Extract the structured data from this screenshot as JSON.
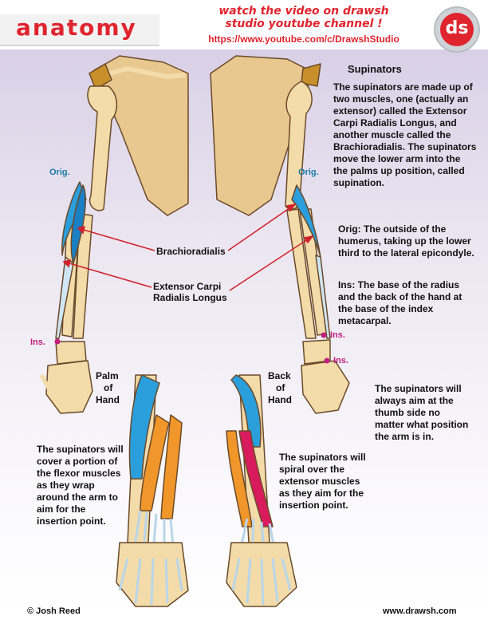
{
  "header": {
    "brand": "anatomy",
    "promo_line1": "watch the video on drawsh",
    "promo_line2": "studio youtube channel !",
    "promo_url": "https://www.youtube.com/c/DrawshStudio",
    "logo_text": "ds"
  },
  "article": {
    "title": "Supinators",
    "intro": "The supinators are made up of two muscles, one (actually an extensor) called the Extensor Carpi Radialis Longus, and another muscle called the Brachioradialis.  The supinators move the lower arm into the the palms up position, called supination.",
    "origin": "Orig: The outside of the humerus, taking up the lower third to the lateral epicondyle.",
    "insertion": "Ins: The base of the radius and the back of the hand at the base of the index metacarpal.",
    "thumb_note": "The supinators will always aim at the thumb side no matter what position the arm is in."
  },
  "labels": {
    "orig_left": "Orig.",
    "orig_right": "Orig.",
    "ins_left": "Ins.",
    "ins_right_1": "Ins.",
    "ins_right_2": "Ins.",
    "brachioradialis": "Brachioradialis",
    "ecrl_line1": "Extensor Carpi",
    "ecrl_line2": "Radialis Longus",
    "palm_line1": "Palm",
    "palm_line2": "of",
    "palm_line3": "Hand",
    "back_line1": "Back",
    "back_line2": "of",
    "back_line3": "Hand"
  },
  "notes": {
    "flexor": "The supinators will cover a portion of the flexor muscles as they wrap around the arm to aim for the insertion point.",
    "extensor": "The supinators will spiral over the extensor muscles as they aim for the insertion point."
  },
  "footer": {
    "copyright": "© Josh Reed",
    "website": "www.drawsh.com"
  },
  "colors": {
    "brand_red": "#e0242e",
    "bone": "#f3dcaa",
    "bone_outline": "#6b4a2a",
    "muscle_blue": "#2a9fdc",
    "muscle_orange": "#f0962a",
    "muscle_magenta": "#d81b5c",
    "origin_blue": "#1e7aa8",
    "insertion_pink": "#c21e7e",
    "pointer_red": "#d0202a"
  },
  "icons": [
    "logo-badge"
  ]
}
